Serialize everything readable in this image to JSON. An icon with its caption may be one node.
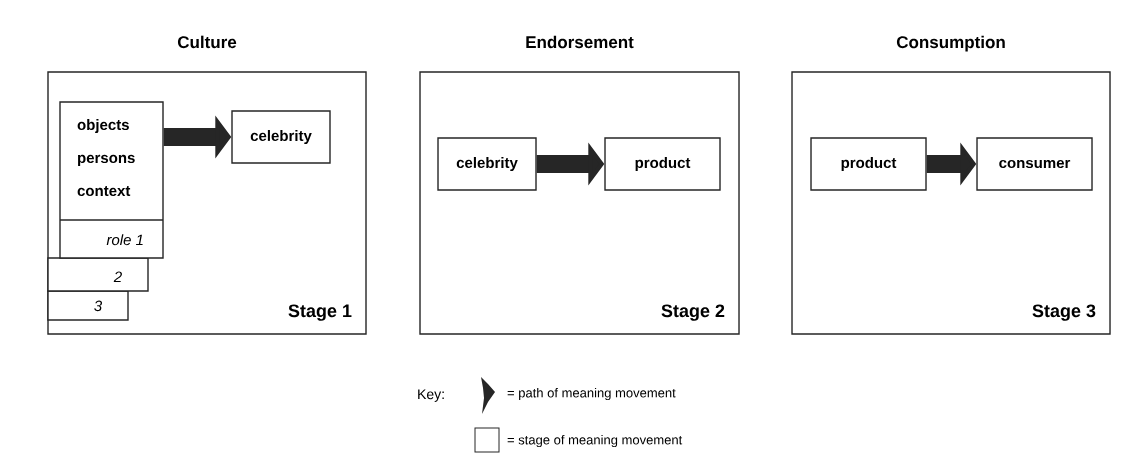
{
  "diagram": {
    "nodes": [
      {
        "text": [
          "Culture",
          "Stage 1"
        ]
      },
      {
        "text": [
          "3"
        ],
        "in": 0
      },
      {
        "text": [
          "2"
        ],
        "in": 0
      },
      {
        "text": [
          "objects persons context",
          "role 1"
        ],
        "in": 0
      },
      {
        "text": [
          "celebrity"
        ],
        "in": 0
      },
      {
        "text": [
          "Endorsement",
          "Stage 2"
        ]
      },
      {
        "text": [
          "celebrity"
        ],
        "in": 5
      },
      {
        "text": [
          "product"
        ],
        "in": 5
      },
      {
        "text": [
          "Consumption",
          "Stage 3"
        ]
      },
      {
        "text": [
          "product"
        ],
        "in": 8
      },
      {
        "text": [
          "consumer"
        ],
        "in": 8
      }
    ],
    "edges": [
      {
        "from": 3,
        "to": 4,
        "arrow": "to"
      },
      {
        "from": 6,
        "to": 7,
        "arrow": "to"
      },
      {
        "from": 9,
        "to": 10,
        "arrow": "to"
      }
    ],
    "labels": [
      "Key:"
    ],
    "legend": [
      {
        "text": "= path of meaning movement"
      },
      {
        "text": "= stage of meaning movement"
      }
    ]
  }
}
